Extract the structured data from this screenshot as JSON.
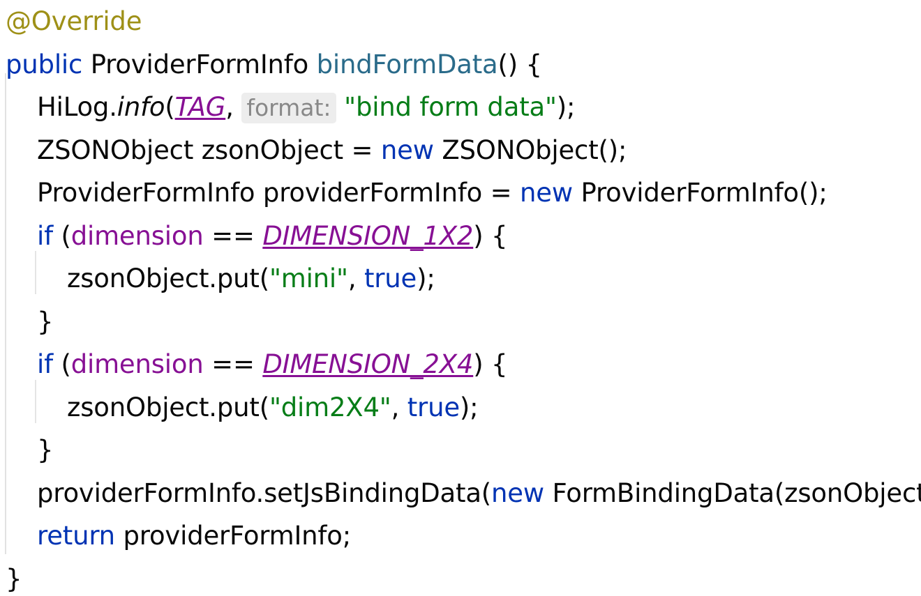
{
  "editor": {
    "language": "java",
    "theme": "IntelliJ IDEA Light",
    "background": "#ffffff"
  },
  "colors": {
    "annotation": "#9e9017",
    "keyword": "#0033b3",
    "string": "#067d17",
    "static_field": "#871094",
    "field": "#871094",
    "method_declaration": "#2a6b8a",
    "plain_text": "#080808",
    "param_hint_text": "#888888",
    "param_hint_background": "#ededed",
    "indent_guide": "#e2e2e2"
  },
  "code": {
    "lines": [
      {
        "indent": 0,
        "tokens": [
          {
            "type": "annotation",
            "text": "@Override"
          }
        ]
      },
      {
        "indent": 0,
        "tokens": [
          {
            "type": "keyword",
            "text": "public"
          },
          {
            "type": "plain",
            "text": " "
          },
          {
            "type": "classname",
            "text": "ProviderFormInfo"
          },
          {
            "type": "plain",
            "text": " "
          },
          {
            "type": "method-decl",
            "text": "bindFormData"
          },
          {
            "type": "punct",
            "text": "() {"
          }
        ]
      },
      {
        "indent": 1,
        "tokens": [
          {
            "type": "plain",
            "text": "HiLog."
          },
          {
            "type": "static-method",
            "text": "info"
          },
          {
            "type": "punct",
            "text": "("
          },
          {
            "type": "static-field",
            "text": "TAG"
          },
          {
            "type": "punct",
            "text": ", "
          },
          {
            "type": "param-hint",
            "text": "format:"
          },
          {
            "type": "plain",
            "text": " "
          },
          {
            "type": "string",
            "text": "\"bind form data\""
          },
          {
            "type": "punct",
            "text": ");"
          }
        ]
      },
      {
        "indent": 1,
        "tokens": [
          {
            "type": "classname",
            "text": "ZSONObject zsonObject = "
          },
          {
            "type": "keyword",
            "text": "new"
          },
          {
            "type": "plain",
            "text": " ZSONObject();"
          }
        ]
      },
      {
        "indent": 1,
        "tokens": [
          {
            "type": "classname",
            "text": "ProviderFormInfo providerFormInfo = "
          },
          {
            "type": "keyword",
            "text": "new"
          },
          {
            "type": "plain",
            "text": " ProviderFormInfo();"
          }
        ]
      },
      {
        "indent": 1,
        "tokens": [
          {
            "type": "keyword",
            "text": "if"
          },
          {
            "type": "punct",
            "text": " ("
          },
          {
            "type": "field",
            "text": "dimension"
          },
          {
            "type": "plain",
            "text": " == "
          },
          {
            "type": "static-field",
            "text": "DIMENSION_1X2"
          },
          {
            "type": "punct",
            "text": ") {"
          }
        ]
      },
      {
        "indent": 2,
        "tokens": [
          {
            "type": "plain",
            "text": "zsonObject.put("
          },
          {
            "type": "string",
            "text": "\"mini\""
          },
          {
            "type": "punct",
            "text": ", "
          },
          {
            "type": "keyword",
            "text": "true"
          },
          {
            "type": "punct",
            "text": ");"
          }
        ]
      },
      {
        "indent": 1,
        "tokens": [
          {
            "type": "punct",
            "text": "}"
          }
        ]
      },
      {
        "indent": 1,
        "tokens": [
          {
            "type": "keyword",
            "text": "if"
          },
          {
            "type": "punct",
            "text": " ("
          },
          {
            "type": "field",
            "text": "dimension"
          },
          {
            "type": "plain",
            "text": " == "
          },
          {
            "type": "static-field",
            "text": "DIMENSION_2X4"
          },
          {
            "type": "punct",
            "text": ") {"
          }
        ]
      },
      {
        "indent": 2,
        "tokens": [
          {
            "type": "plain",
            "text": "zsonObject.put("
          },
          {
            "type": "string",
            "text": "\"dim2X4\""
          },
          {
            "type": "punct",
            "text": ", "
          },
          {
            "type": "keyword",
            "text": "true"
          },
          {
            "type": "punct",
            "text": ");"
          }
        ]
      },
      {
        "indent": 1,
        "tokens": [
          {
            "type": "punct",
            "text": "}"
          }
        ]
      },
      {
        "indent": 1,
        "tokens": [
          {
            "type": "plain",
            "text": "providerFormInfo.setJsBindingData("
          },
          {
            "type": "keyword",
            "text": "new"
          },
          {
            "type": "plain",
            "text": " FormBindingData(zsonObject));"
          }
        ]
      },
      {
        "indent": 1,
        "tokens": [
          {
            "type": "keyword",
            "text": "return"
          },
          {
            "type": "plain",
            "text": " providerFormInfo;"
          }
        ]
      },
      {
        "indent": 0,
        "tokens": [
          {
            "type": "punct",
            "text": "}"
          }
        ]
      }
    ]
  }
}
